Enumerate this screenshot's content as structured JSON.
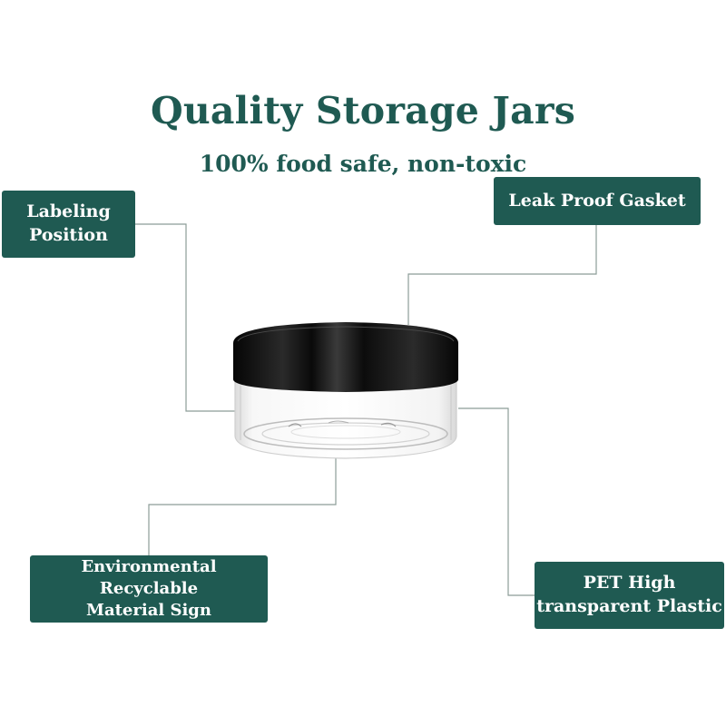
{
  "header": {
    "title": "Quality Storage Jars",
    "subtitle": "100% food safe, non-toxic"
  },
  "callouts": {
    "labeling": {
      "line1": "Labeling",
      "line2": "Position"
    },
    "gasket": {
      "text": "Leak Proof Gasket"
    },
    "recyclable": {
      "line1": "Environmental Recyclable",
      "line2": "Material Sign"
    },
    "pet": {
      "line1": "PET High",
      "line2": "transparent Plastic"
    }
  },
  "colors": {
    "brand": "#1f5a52",
    "connector": "#8c9c98",
    "lid": "#111111"
  },
  "product": {
    "image": "clear-jar-with-black-lid"
  }
}
